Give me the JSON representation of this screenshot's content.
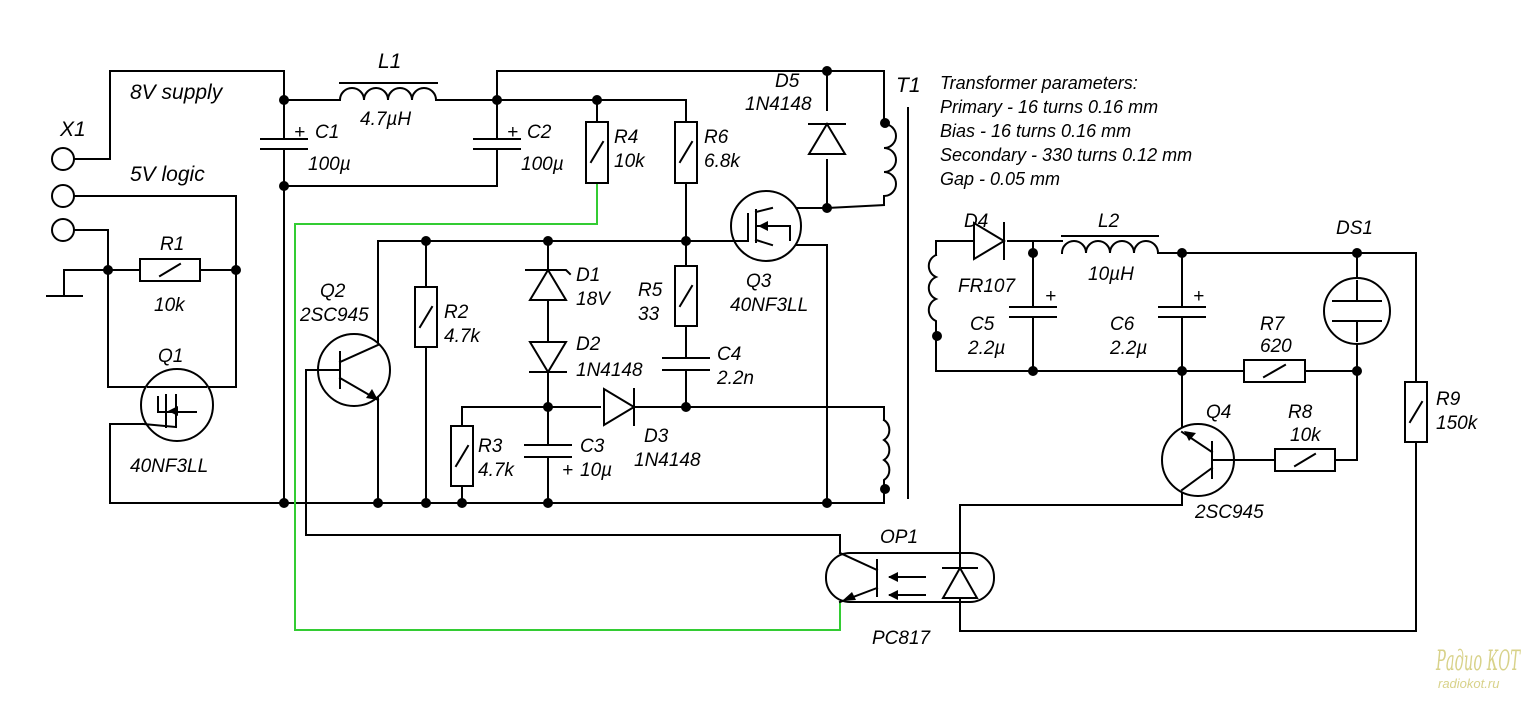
{
  "supply": {
    "eight_v": "8V supply",
    "five_v": "5V logic"
  },
  "connector": {
    "ref": "X1"
  },
  "inductors": {
    "l1": {
      "ref": "L1",
      "value": "4.7µH"
    },
    "l2": {
      "ref": "L2",
      "value": "10µH"
    }
  },
  "capacitors": {
    "c1": {
      "ref": "C1",
      "value": "100µ",
      "polarity": "+"
    },
    "c2": {
      "ref": "C2",
      "value": "100µ",
      "polarity": "+"
    },
    "c3": {
      "ref": "C3",
      "value": "10µ",
      "polarity": "+"
    },
    "c4": {
      "ref": "C4",
      "value": "2.2n"
    },
    "c5": {
      "ref": "C5",
      "value": "2.2µ",
      "polarity": "+"
    },
    "c6": {
      "ref": "C6",
      "value": "2.2µ",
      "polarity": "+"
    }
  },
  "resistors": {
    "r1": {
      "ref": "R1",
      "value": "10k"
    },
    "r2": {
      "ref": "R2",
      "value": "4.7k"
    },
    "r3": {
      "ref": "R3",
      "value": "4.7k"
    },
    "r4": {
      "ref": "R4",
      "value": "10k"
    },
    "r5": {
      "ref": "R5",
      "value": "33"
    },
    "r6": {
      "ref": "R6",
      "value": "6.8k"
    },
    "r7": {
      "ref": "R7",
      "value": "620"
    },
    "r8": {
      "ref": "R8",
      "value": "10k"
    },
    "r9": {
      "ref": "R9",
      "value": "150k"
    }
  },
  "diodes": {
    "d1": {
      "ref": "D1",
      "value": "18V"
    },
    "d2": {
      "ref": "D2",
      "value": "1N4148"
    },
    "d3": {
      "ref": "D3",
      "value": "1N4148"
    },
    "d4": {
      "ref": "D4",
      "value": "FR107"
    },
    "d5": {
      "ref": "D5",
      "value": "1N4148"
    }
  },
  "transistors": {
    "q1": {
      "ref": "Q1",
      "value": "40NF3LL"
    },
    "q2": {
      "ref": "Q2",
      "value": "2SC945"
    },
    "q3": {
      "ref": "Q3",
      "value": "40NF3LL"
    },
    "q4": {
      "ref": "Q4",
      "value": "2SC945"
    }
  },
  "transformer": {
    "ref": "T1"
  },
  "optocoupler": {
    "ref": "OP1",
    "value": "PC817"
  },
  "display": {
    "ref": "DS1"
  },
  "transformer_params": {
    "title": "Transformer parameters:",
    "lines": [
      "Primary - 16 turns 0.16 mm",
      "Bias - 16 turns 0.16 mm",
      "Secondary - 330 turns 0.12 mm",
      "Gap - 0.05 mm"
    ]
  },
  "watermark": {
    "logo": "Радио КОТ",
    "url": "radiokot.ru"
  },
  "colors": {
    "wire": "#000000",
    "feedback_wire": "#33cc33",
    "watermark": "#d8d28a"
  }
}
